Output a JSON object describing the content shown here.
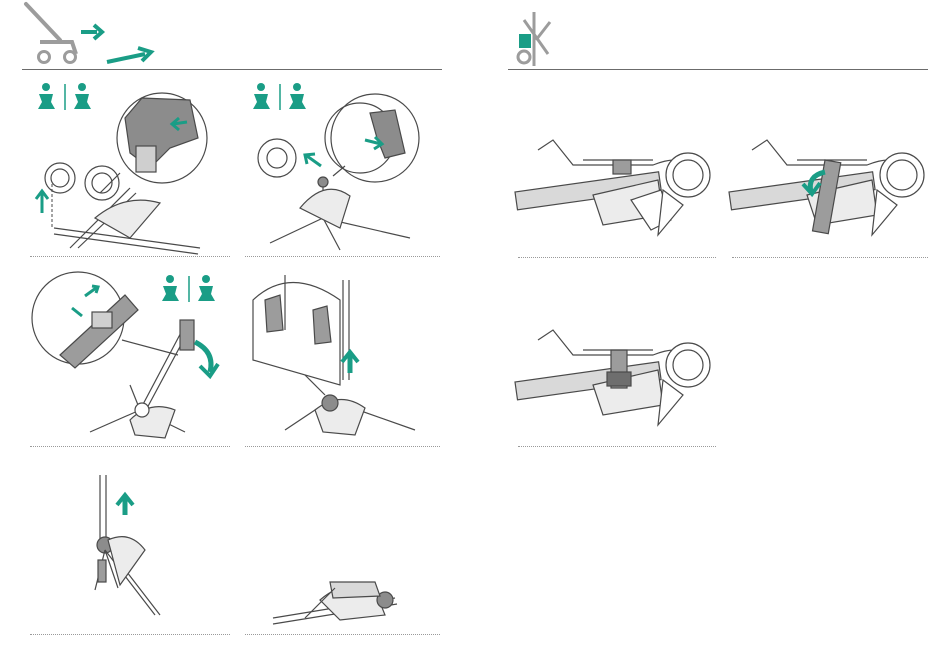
{
  "page": {
    "colors": {
      "accent": "#1a9d86",
      "line": "#4a4a4a",
      "light_fill": "#d9d9d9",
      "mid_fill": "#9c9c9c",
      "dark_fill": "#6e6e6e"
    },
    "left_section": {
      "header_icons": [
        "stroller-fold-icon",
        "arrow-right-icon",
        "long-arrow-right-icon"
      ],
      "steps": [
        {
          "id": "fold-step-1",
          "icons": [
            "child-facing-forward-icon",
            "child-facing-rear-icon"
          ]
        },
        {
          "id": "fold-step-2",
          "icons": [
            "child-facing-forward-icon",
            "child-facing-rear-icon"
          ]
        },
        {
          "id": "fold-step-3",
          "icons": [
            "child-facing-forward-icon",
            "child-facing-rear-icon"
          ]
        },
        {
          "id": "fold-step-4",
          "icons": []
        },
        {
          "id": "fold-step-5",
          "icons": []
        },
        {
          "id": "fold-step-6",
          "icons": []
        }
      ]
    },
    "right_section": {
      "header_icons": [
        "stroller-strap-icon"
      ],
      "steps": [
        {
          "id": "strap-step-1"
        },
        {
          "id": "strap-step-2"
        },
        {
          "id": "strap-step-3"
        }
      ]
    }
  }
}
